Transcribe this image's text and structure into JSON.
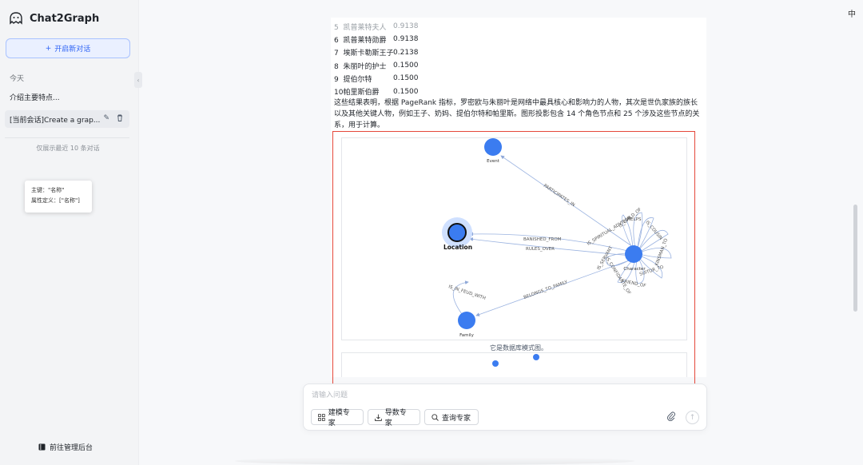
{
  "app": {
    "brand": "Chat2Graph",
    "logo_icon": "ghost-icon"
  },
  "sidebar": {
    "new_chat": "开启新对话",
    "section_today": "今天",
    "conversations": [
      {
        "title": "介绍主要特点..."
      },
      {
        "title": "[当前会话]Create a grap..."
      }
    ],
    "recent_note": "仅展示最近 10 条对话",
    "admin_link": "前往管理后台"
  },
  "lang_toggle": "中",
  "chat": {
    "rankings": [
      {
        "rank": "5",
        "name": "凯普莱特夫人",
        "score": "0.9138"
      },
      {
        "rank": "6",
        "name": "凯普莱特勋爵",
        "score": "0.9138"
      },
      {
        "rank": "7",
        "name": "埃斯卡勒斯王子",
        "score": "0.2138"
      },
      {
        "rank": "8",
        "name": "朱丽叶的护士",
        "score": "0.1500"
      },
      {
        "rank": "9",
        "name": "提伯尔特",
        "score": "0.1500"
      },
      {
        "rank": "10",
        "name": "帕里斯伯爵",
        "score": "0.1500"
      }
    ],
    "summary": "这些结果表明，根据 PageRank 指标，罗密欧与朱丽叶是网络中最具核心和影响力的人物，其次是世仇家族的族长以及其他关键人物，例如王子、奶妈、提伯尔特和帕里斯。图形投影包含 14 个角色节点和 25 个涉及这些节点的关系，用于计算。",
    "graph": {
      "nodes": [
        "Event",
        "Location",
        "Character",
        "Family"
      ],
      "edges": [
        "PARTICIPATES_IN",
        "BANISHED_FROM",
        "RULES_OVER",
        "BELONGS_TO_FAMILY",
        "IS_IN_FEUD_WITH",
        "IS_SPIRITUAL_ADVISOR",
        "HELPS",
        "IS_CHILD_OF",
        "IS_COUSIN",
        "KINSMAN_TO",
        "SUITOR_TO",
        "FRIEND_OF",
        "IS_CONFIDANTE_OF",
        "IS_SERVANT"
      ],
      "tooltip_line1": "主键：\"名称\"",
      "tooltip_line2": "属性定义：[\"名称\"]"
    },
    "caption": "它是数据库模式图。",
    "highlight_color": "#e5483b",
    "node_color": "#3b7cf0"
  },
  "input": {
    "placeholder": "请输入问题",
    "experts": [
      {
        "label": "建模专家",
        "icon": "model-icon"
      },
      {
        "label": "导数专家",
        "icon": "import-icon"
      },
      {
        "label": "查询专家",
        "icon": "search-icon"
      }
    ]
  }
}
